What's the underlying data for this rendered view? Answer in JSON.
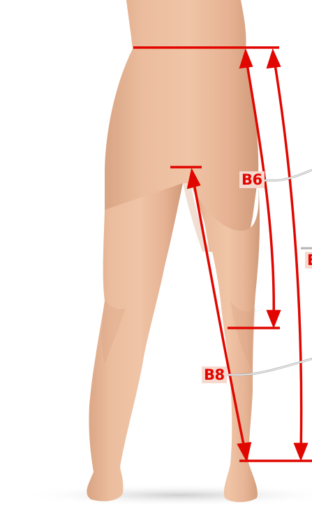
{
  "labels": {
    "b6": "B6",
    "b7": "B",
    "b8": "B8"
  },
  "colors": {
    "measure_line": "#e10600",
    "leader_line": "#b5b5b5",
    "skin": "#e7b797",
    "label_background": "#f6d9cf",
    "label_text": "#e10600"
  }
}
